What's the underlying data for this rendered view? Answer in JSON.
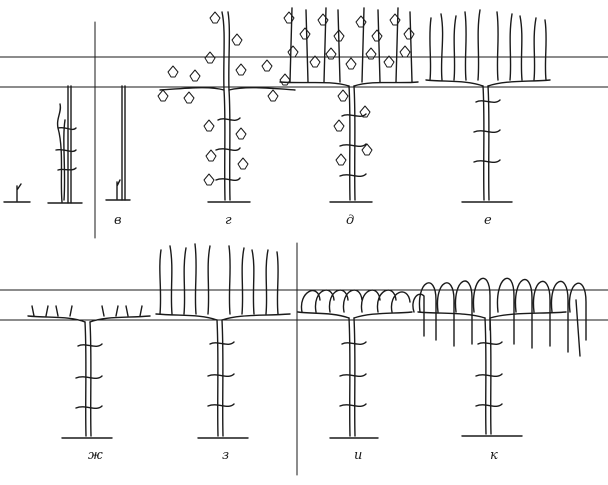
{
  "figure": {
    "panels": [
      {
        "id": "v",
        "label": "в"
      },
      {
        "id": "g",
        "label": "г"
      },
      {
        "id": "d",
        "label": "д"
      },
      {
        "id": "e",
        "label": "е"
      },
      {
        "id": "zh",
        "label": "ж"
      },
      {
        "id": "z",
        "label": "з"
      },
      {
        "id": "i",
        "label": "и"
      },
      {
        "id": "k",
        "label": "к"
      }
    ]
  }
}
